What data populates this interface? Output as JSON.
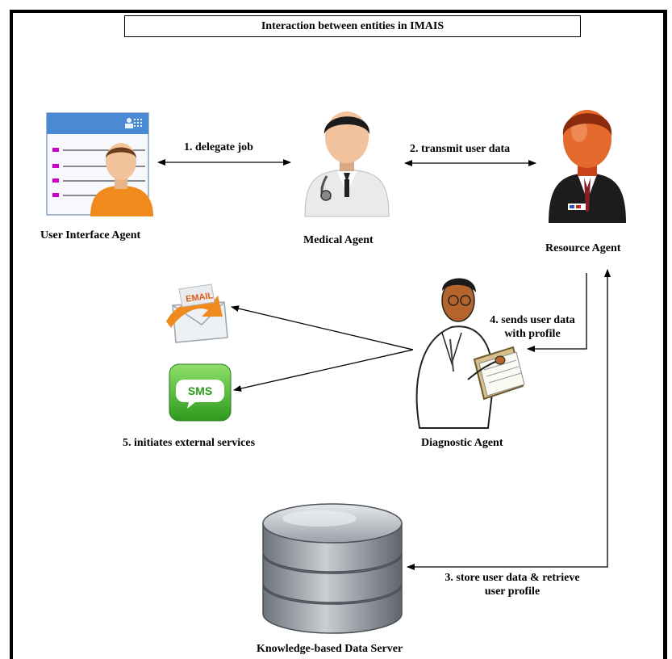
{
  "title": "Interaction between entities in IMAIS",
  "entities": {
    "ui_agent": "User Interface Agent",
    "medical_agent": "Medical Agent",
    "resource_agent": "Resource Agent",
    "diagnostic_agent": "Diagnostic Agent",
    "data_server": "Knowledge-based Data Server"
  },
  "interactions": {
    "step1": "1. delegate job",
    "step2": "2. transmit user data",
    "step3_line1": "3. store user data & retrieve",
    "step3_line2": "user profile",
    "step4_line1": "4. sends user data",
    "step4_line2": "with profile",
    "step5": "5. initiates external services"
  },
  "icons": {
    "email_text": "EMAIL",
    "sms_text": "SMS"
  },
  "colors": {
    "ui_header": "#4a8ad4",
    "bullet": "#cc00cc",
    "shirt": "#f08a1c",
    "resource_head": "#d9541e",
    "sms_green": "#3fae2a",
    "email_orange": "#f08a1c",
    "db_gray": "#8f959c"
  }
}
